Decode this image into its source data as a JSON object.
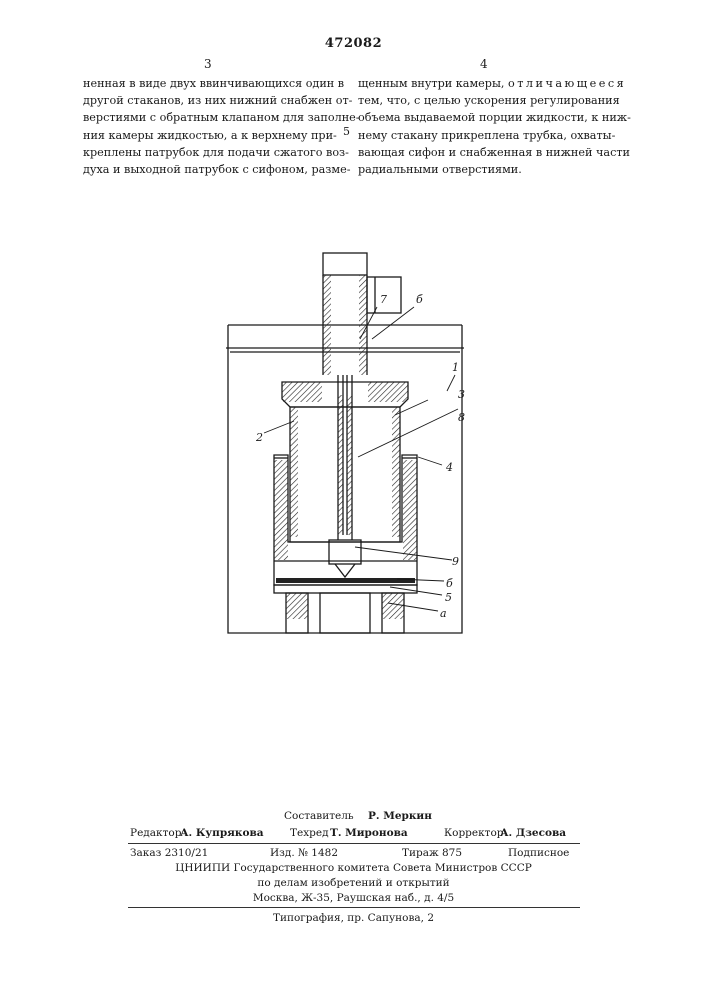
{
  "header": {
    "patent_number": "472082",
    "left_col_number": "3",
    "right_col_number": "4",
    "line_marker": "5"
  },
  "text": {
    "left_lines": [
      "ненная в виде двух ввинчивающихся один в",
      "другой стаканов, из них нижний снабжен от-",
      "верстиями с обратным клапаном для заполне-",
      "ния камеры жидкостью, а к верхнему при-",
      "креплены патрубок для подачи сжатого воз-",
      "духа и выходной патрубок с сифоном, разме-"
    ],
    "right_line_1_pre": "щенным внутри камеры,",
    "right_line_1_spaced": "отличающееся",
    "right_lines_rest": [
      "тем, что, с целью ускорения регулирования",
      "объема выдаваемой порции жидкости, к ниж-",
      "нему стакану прикреплена трубка, охваты-",
      "вающая сифон и снабженная в нижней части",
      "радиальными отверстиями."
    ]
  },
  "figure": {
    "labels": {
      "l7": "7",
      "l6": "б",
      "l1": "1",
      "l2": "2",
      "l3": "3",
      "l8": "8",
      "l4": "4",
      "l9": "9",
      "lb": "б",
      "l5": "5",
      "la": "а"
    }
  },
  "footer": {
    "compiler_label": "Составитель",
    "compiler_name": "Р. Меркин",
    "editor_label": "Редактор",
    "editor_name": "А. Купрякова",
    "techred_label": "Техред",
    "techred_name": "Т. Миронова",
    "corrector_label": "Корректор",
    "corrector_name": "А. Дзесова",
    "order": "Заказ 2310/21",
    "edition": "Изд. № 1482",
    "circulation": "Тираж 875",
    "subscription": "Подписное",
    "org_line_1": "ЦНИИПИ Государственного комитета Совета Министров СССР",
    "org_line_2": "по делам изобретений и открытий",
    "org_line_3": "Москва, Ж-35, Раушская наб., д. 4/5",
    "printer": "Типография, пр. Сапунова, 2"
  }
}
